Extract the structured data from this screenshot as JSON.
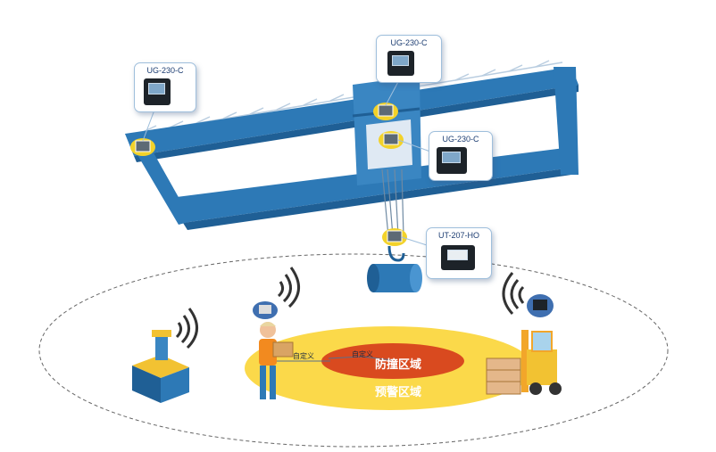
{
  "devices": [
    {
      "id": "d1",
      "model": "UG-230-C"
    },
    {
      "id": "d2",
      "model": "UG-230-C"
    },
    {
      "id": "d3",
      "model": "UG-230-C"
    },
    {
      "id": "d4",
      "model": "UT-207-HO"
    }
  ],
  "zones": {
    "inner_label": "防撞区域",
    "outer_label": "预警区域",
    "inner_distance_label": "自定义",
    "outer_distance_label": "自定义"
  },
  "colors": {
    "crane_blue": "#2d79b6",
    "crane_dark": "#1f5f95",
    "sensor_yellow": "#f2d22a",
    "warning_zone": "#fbd94a",
    "collision_zone": "#d94a1f",
    "callout_border": "#9fbfdc",
    "label_text": "#1c3d72"
  }
}
